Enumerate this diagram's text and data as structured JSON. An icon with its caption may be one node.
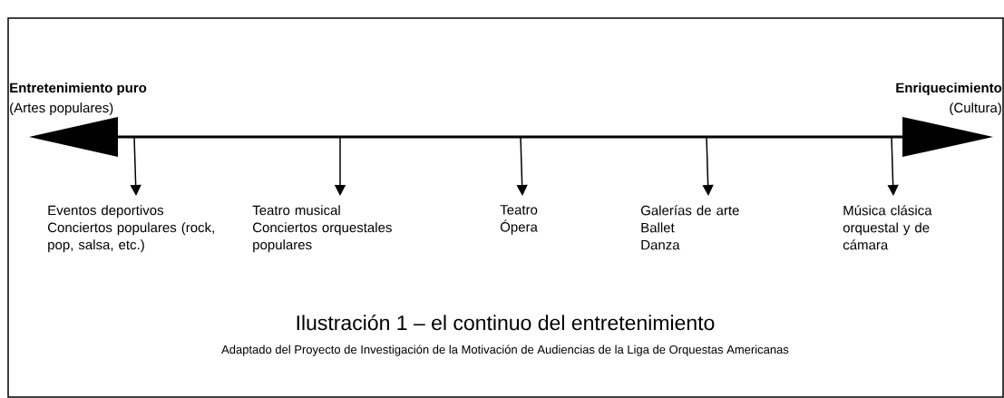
{
  "diagram": {
    "caption": "Ilustración 1 – el continuo del entretenimiento",
    "nodes": [
      {
        "text": [
          "Eventos deportivos",
          "Conciertos populares (rock, pop, salsa, etc.)"
        ]
      },
      {
        "text": [
          "Teatro musical",
          "Conciertos orquestales populares"
        ]
      },
      {
        "text": [
          "Teatro",
          "Ópera"
        ]
      },
      {
        "text": [
          "Galerías de arte",
          "Ballet",
          "Danza"
        ]
      },
      {
        "text": [
          "Música clásica orquestal y de cámara"
        ]
      }
    ],
    "edges": [
      {
        "from": null,
        "to": 0,
        "arrow": "to"
      },
      {
        "from": null,
        "to": 1,
        "arrow": "to"
      },
      {
        "from": null,
        "to": 2,
        "arrow": "to"
      },
      {
        "from": null,
        "to": 3,
        "arrow": "to"
      },
      {
        "from": null,
        "to": 4,
        "arrow": "to"
      }
    ],
    "labels": [
      "Entretenimiento puro",
      "Enriquecimiento",
      "(Artes populares)",
      "(Cultura)",
      "Adaptado del Proyecto de Investigación de la Motivación de Audiencias de la Liga de Orquestas Americanas"
    ]
  }
}
